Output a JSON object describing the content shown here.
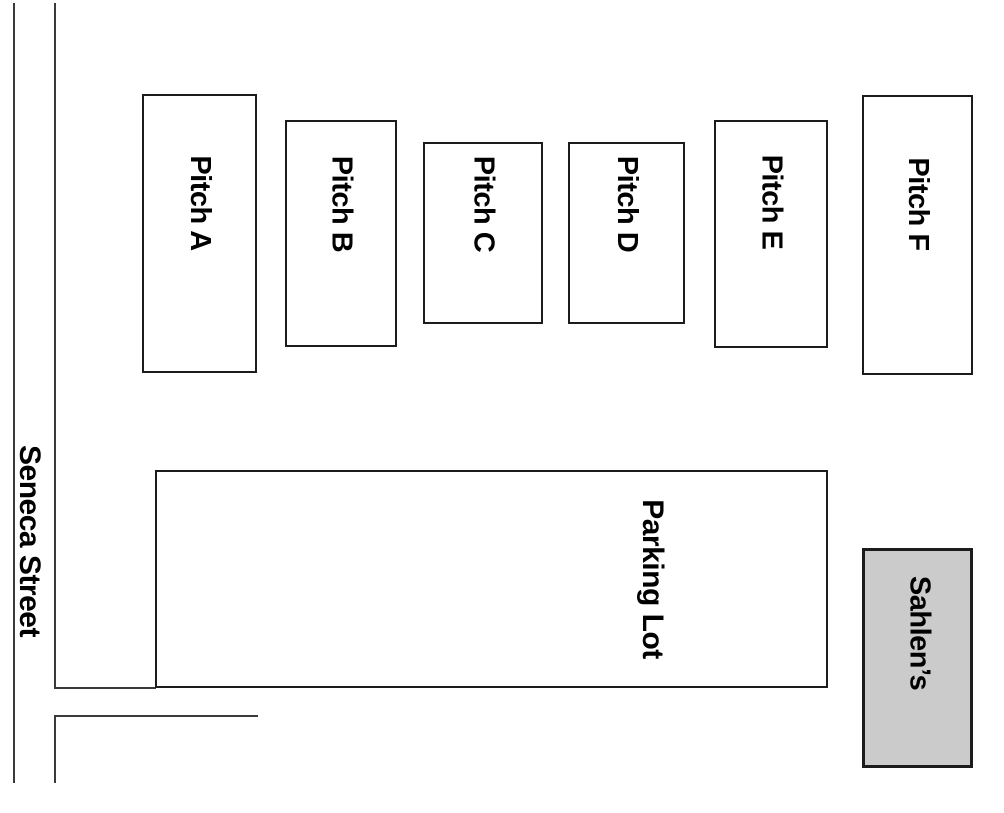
{
  "street": {
    "label": "Seneca Street"
  },
  "pitches": [
    {
      "label": "Pitch A"
    },
    {
      "label": "Pitch B"
    },
    {
      "label": "Pitch C"
    },
    {
      "label": "Pitch D"
    },
    {
      "label": "Pitch E"
    },
    {
      "label": "Pitch F"
    }
  ],
  "parking_lot": {
    "label": "Parking Lot"
  },
  "building": {
    "label": "Sahlen’s",
    "fill_color": "#cbcbcb"
  },
  "colors": {
    "road_line": "#3a3a3a",
    "box_border": "#1c1c1c",
    "text": "#000000"
  }
}
